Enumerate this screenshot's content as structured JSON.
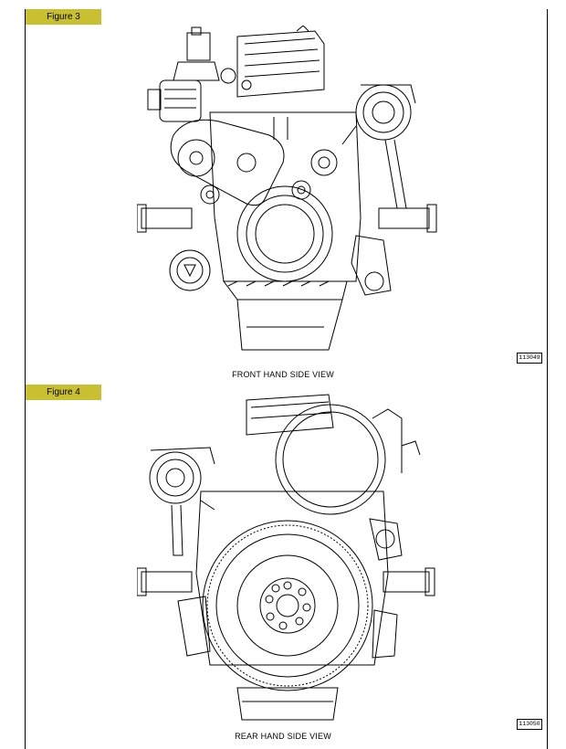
{
  "figures": [
    {
      "label": "Figure 3",
      "caption": "FRONT HAND SIDE VIEW",
      "ref": "113049"
    },
    {
      "label": "Figure 4",
      "caption": "REAR HAND SIDE VIEW",
      "ref": "113050"
    }
  ]
}
